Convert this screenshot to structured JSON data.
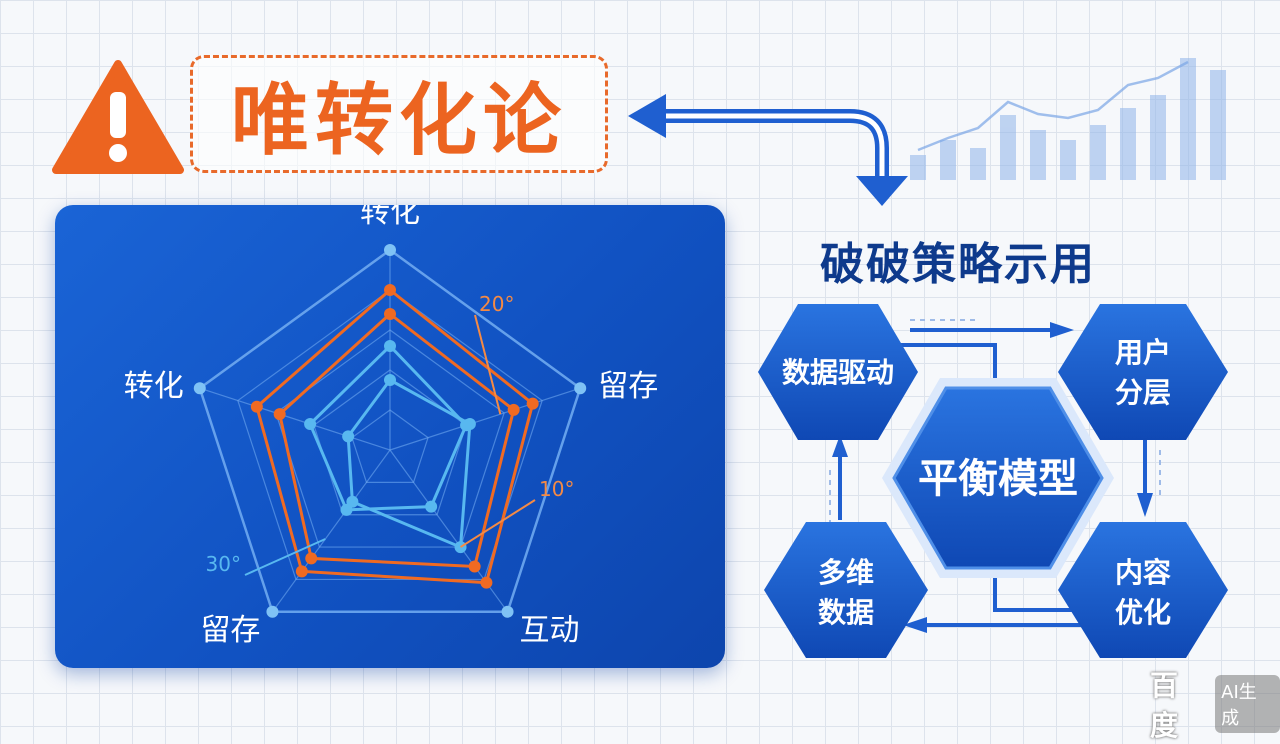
{
  "header": {
    "title": "唯转化论",
    "warning_icon": "warning-triangle-icon"
  },
  "colors": {
    "accent_orange": "#ec6420",
    "panel_blue": "#1359cc",
    "light_blue_series": "#58b8f0",
    "title_navy": "#0e3a8c"
  },
  "chart_data": {
    "type": "radar",
    "axes": [
      "转化",
      "留存",
      "互动",
      "留存",
      "转化"
    ],
    "rings": 5,
    "grid": true,
    "series": [
      {
        "values": [
          0.8,
          0.75,
          0.82,
          0.75,
          0.7
        ],
        "color": "#f06a22"
      },
      {
        "values": [
          0.68,
          0.65,
          0.72,
          0.67,
          0.58
        ],
        "color": "#f06a22"
      },
      {
        "values": [
          0.52,
          0.4,
          0.35,
          0.37,
          0.42
        ],
        "color": "#58b8f0"
      },
      {
        "values": [
          0.35,
          0.42,
          0.6,
          0.32,
          0.22
        ],
        "color": "#58b8f0"
      }
    ],
    "annotations": [
      "20°",
      "10°",
      "30°"
    ]
  },
  "strategy": {
    "title": "破破策略示用",
    "center": "平衡模型",
    "nodes": {
      "top_left": "数据驱动",
      "top_right_1": "用户",
      "top_right_2": "分层",
      "bottom_right_1": "内容",
      "bottom_right_2": "优化",
      "bottom_left_1": "多维",
      "bottom_left_2": "数据"
    }
  },
  "watermark": {
    "brand": "百度",
    "tag": "AI生成"
  }
}
